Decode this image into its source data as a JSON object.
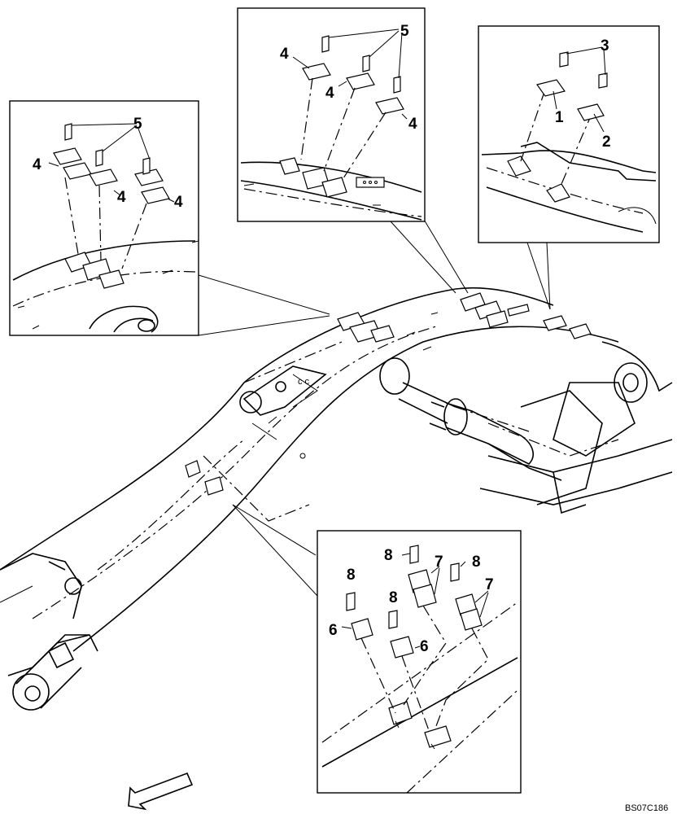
{
  "drawing_code": "BS07C186",
  "callouts": {
    "d1_1": "1",
    "d1_2": "2",
    "d1_3": "3",
    "d2_4a": "4",
    "d2_4b": "4",
    "d2_4c": "4",
    "d2_5": "5",
    "d3_4a": "4",
    "d3_4b": "4",
    "d3_4c": "4",
    "d3_5": "5",
    "d4_6a": "6",
    "d4_6b": "6",
    "d4_7a": "7",
    "d4_7b": "7",
    "d4_8a": "8",
    "d4_8b": "8",
    "d4_8c": "8",
    "d4_8d": "8"
  }
}
